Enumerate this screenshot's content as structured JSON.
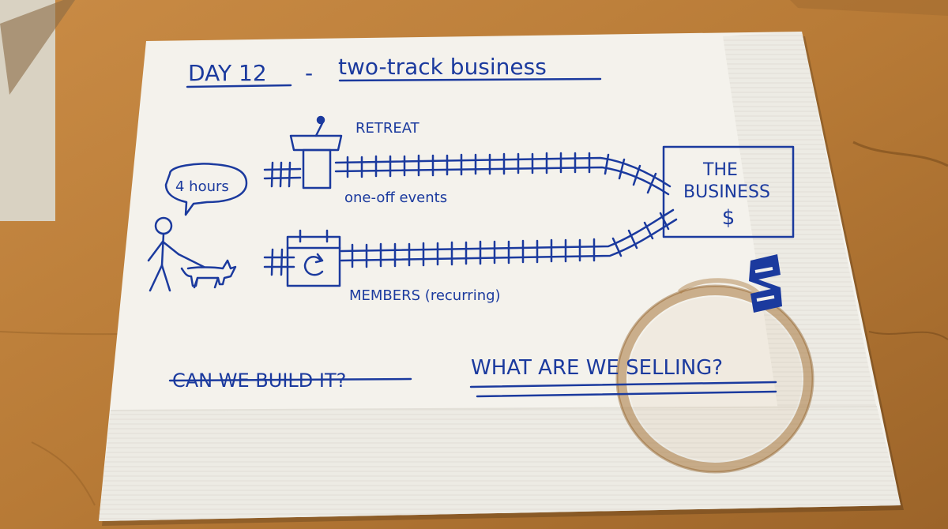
{
  "napkin": {
    "title_day": "DAY 12",
    "title_dash": "-",
    "title_topic": "two-track business",
    "speech_bubble": "4 hours",
    "track_top_label": "RETREAT",
    "track_top_caption": "one-off events",
    "track_bottom_label": "MEMBERS (recurring)",
    "destination_line1": "THE",
    "destination_line2": "BUSINESS",
    "destination_symbol": "$",
    "crossed_question": "CAN WE BUILD IT?",
    "main_question": "WHAT ARE WE SELLING?"
  },
  "icons": [
    "stick-figure-icon",
    "dog-icon",
    "podium-icon",
    "calendar-icon",
    "refresh-icon",
    "stripe-logo-icon",
    "coffee-stain"
  ],
  "colors": {
    "ink": "#1b3a9e",
    "napkin": "#f4f2ec",
    "table": "#b77a36",
    "coffee_stain": "#a8773d"
  }
}
